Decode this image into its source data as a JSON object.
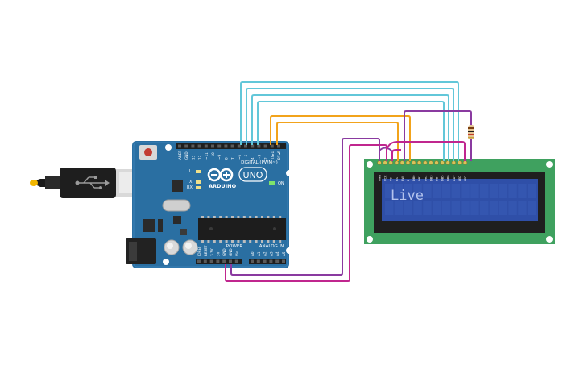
{
  "board": {
    "brand": "ARDUINO",
    "model": "UNO",
    "digital_header_label": "DIGITAL (PWM~)",
    "power_header_label": "POWER",
    "analog_header_label": "ANALOG IN",
    "on_label": "ON",
    "tx_label": "TX",
    "rx_label": "RX",
    "l_label": "L",
    "digital_pins": [
      "AREF",
      "GND",
      "13",
      "12",
      "~11",
      "~10",
      "~9",
      "8",
      "7",
      "~6",
      "~5",
      "4",
      "~3",
      "2",
      "TX▸1",
      "RX◂0"
    ],
    "power_pins": [
      "IOREF",
      "RESET",
      "3.3V",
      "5V",
      "GND",
      "GND",
      "Vin"
    ],
    "analog_pins": [
      "A0",
      "A1",
      "A2",
      "A3",
      "A4",
      "A5"
    ]
  },
  "lcd": {
    "display_text": "Live",
    "pin_labels": [
      "GND",
      "VCC",
      "V0",
      "RS",
      "RW",
      "E",
      "DB0",
      "DB1",
      "DB2",
      "DB3",
      "DB4",
      "DB5",
      "DB6",
      "DB7",
      "LED",
      "LED"
    ]
  },
  "colors": {
    "board": "#2a6fa2",
    "lcd_pcb": "#3fa15f",
    "lcd_screen": "#2f4fa8",
    "wire_cyan": "#62c7d9",
    "wire_orange": "#f2a31b",
    "wire_purple": "#8a3aa0",
    "wire_magenta": "#c0268e"
  }
}
